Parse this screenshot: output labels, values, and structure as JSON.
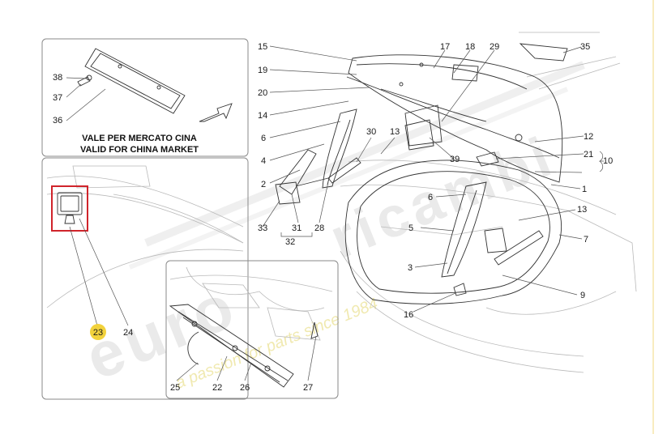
{
  "inset_top": {
    "caption_line1": "VALE PER MERCATO CINA",
    "caption_line2": "VALID FOR CHINA MARKET"
  },
  "callouts": {
    "c1": "1",
    "c2": "2",
    "c3": "3",
    "c4": "4",
    "c5": "5",
    "c6": "6",
    "c6b": "6",
    "c7": "7",
    "c9": "9",
    "c10": "10",
    "c12": "12",
    "c13": "13",
    "c13b": "13",
    "c14": "14",
    "c15": "15",
    "c16": "16",
    "c17": "17",
    "c18": "18",
    "c19": "19",
    "c20": "20",
    "c21": "21",
    "c22": "22",
    "c23": "23",
    "c24": "24",
    "c25": "25",
    "c26": "26",
    "c27": "27",
    "c28": "28",
    "c29": "29",
    "c30": "30",
    "c31": "31",
    "c32": "32",
    "c33": "33",
    "c35": "35",
    "c36": "36",
    "c37": "37",
    "c38": "38",
    "c39": "39"
  },
  "highlight": {
    "color": "#d0242b",
    "badge_color": "#f2d23c"
  }
}
